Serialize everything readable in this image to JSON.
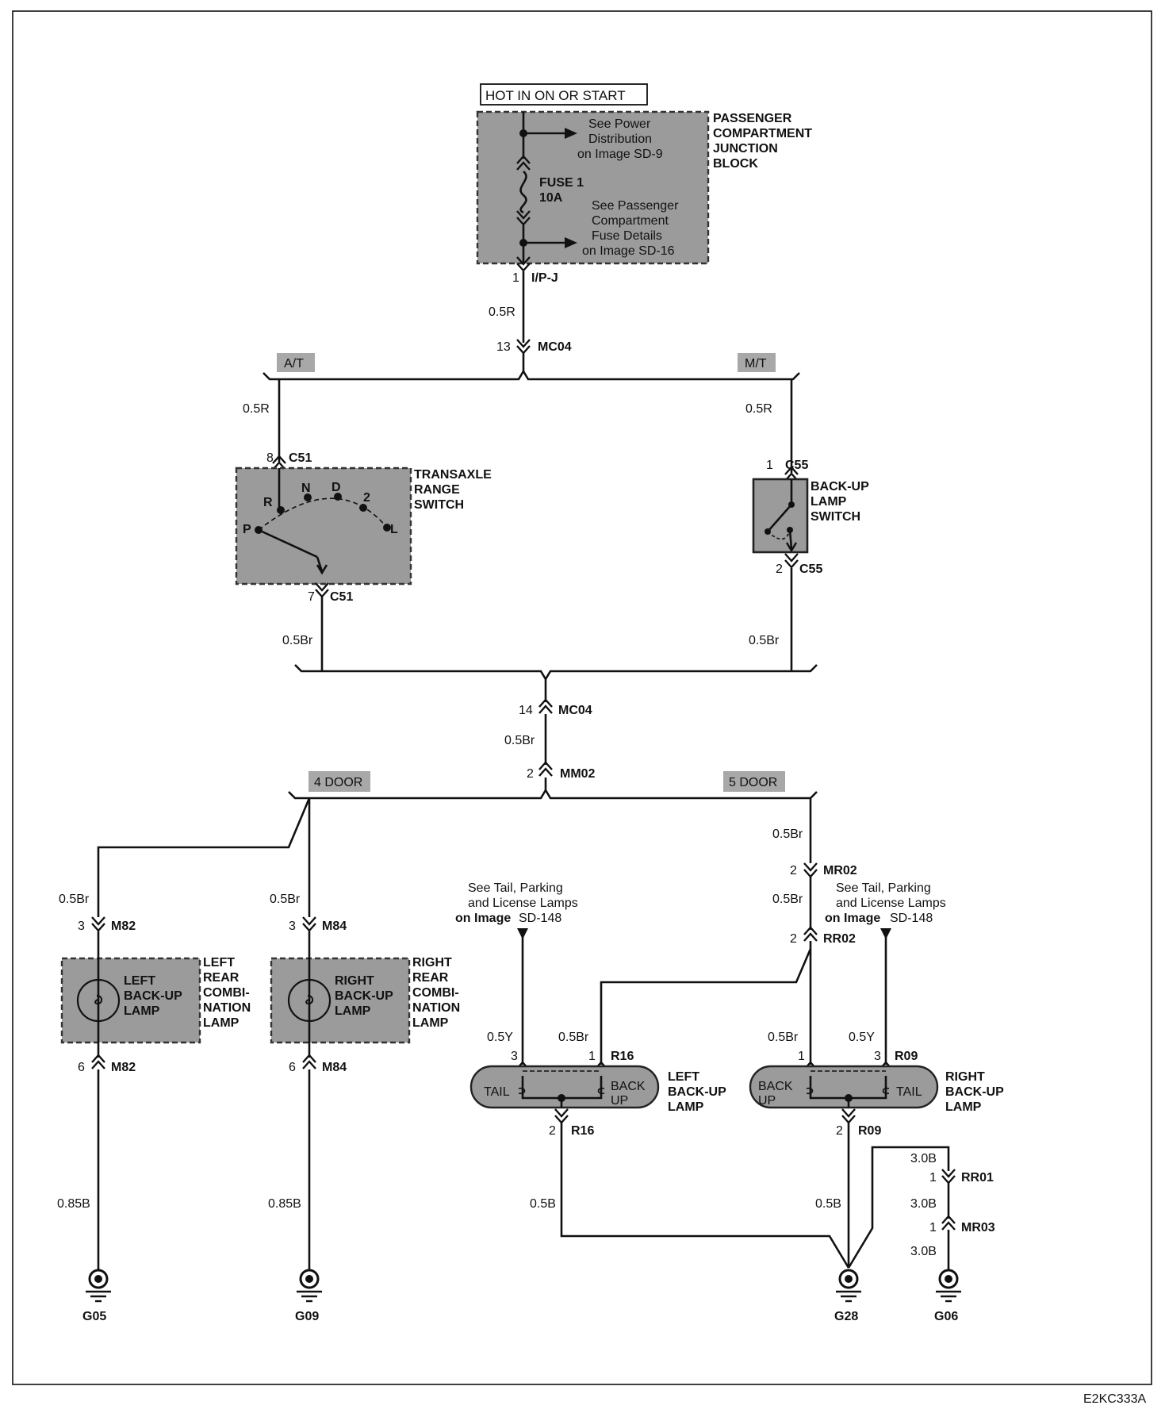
{
  "header": {
    "power_label": "HOT IN ON OR START"
  },
  "junction_block": {
    "name_lines": [
      "PASSENGER",
      "COMPARTMENT",
      "JUNCTION",
      "BLOCK"
    ],
    "ref_top_lines": [
      "See Power",
      "Distribution",
      "on Image SD-9"
    ],
    "fuse_lines": [
      "FUSE 1",
      "10A"
    ],
    "ref_bottom_lines": [
      "See Passenger",
      "Compartment",
      "Fuse Details",
      "on Image SD-16"
    ],
    "pin": "1",
    "connector": "I/P-J"
  },
  "wires": {
    "main_feed": "0.5R",
    "at_feed": "0.5R",
    "mt_feed": "0.5R",
    "at_out": "0.5Br",
    "mt_out": "0.5Br",
    "trunk": "0.5Br",
    "left_lamp_in": "0.5Br",
    "right_lamp_in": "0.5Br",
    "left_ground": "0.85B",
    "right_ground": "0.85B",
    "door5_feed": "0.5Br",
    "door5_mid": "0.5Br",
    "lbu_tail": "0.5Y",
    "lbu_backup": "0.5Br",
    "rbu_backup": "0.5Br",
    "rbu_tail": "0.5Y",
    "lbu_ground": "0.5B",
    "rbu_ground": "0.5B",
    "g06_top": "3.0B",
    "g06_mid": "3.0B",
    "g06_bottom": "3.0B"
  },
  "connectors": {
    "mc04_top": {
      "pin": "13",
      "name": "MC04"
    },
    "mc04_bottom": {
      "pin": "14",
      "name": "MC04"
    },
    "mm02": {
      "pin": "2",
      "name": "MM02"
    },
    "c51_top": {
      "pin": "8",
      "name": "C51"
    },
    "c51_bottom": {
      "pin": "7",
      "name": "C51"
    },
    "c55_top": {
      "pin": "1",
      "name": "C55"
    },
    "c55_bottom": {
      "pin": "2",
      "name": "C55"
    },
    "m82_top": {
      "pin": "3",
      "name": "M82"
    },
    "m82_bottom": {
      "pin": "6",
      "name": "M82"
    },
    "m84_top": {
      "pin": "3",
      "name": "M84"
    },
    "m84_bottom": {
      "pin": "6",
      "name": "M84"
    },
    "mr02": {
      "pin": "2",
      "name": "MR02"
    },
    "rr02": {
      "pin": "2",
      "name": "RR02"
    },
    "r16_top": {
      "pin3": "3",
      "pin1": "1",
      "name": "R16"
    },
    "r16_bottom": {
      "pin": "2",
      "name": "R16"
    },
    "r09_top": {
      "pin1": "1",
      "pin3": "3",
      "name": "R09"
    },
    "r09_bottom": {
      "pin": "2",
      "name": "R09"
    },
    "rr01": {
      "pin": "1",
      "name": "RR01"
    },
    "mr03": {
      "pin": "1",
      "name": "MR03"
    }
  },
  "options": {
    "at": "A/T",
    "mt": "M/T",
    "door4": "4 DOOR",
    "door5": "5 DOOR"
  },
  "transaxle_switch": {
    "name_lines": [
      "TRANSAXLE",
      "RANGE",
      "SWITCH"
    ],
    "positions": [
      "P",
      "R",
      "N",
      "D",
      "2",
      "L"
    ]
  },
  "backup_switch": {
    "name_lines": [
      "BACK-UP",
      "LAMP",
      "SWITCH"
    ]
  },
  "left_rear_lamp": {
    "inner_lines": [
      "LEFT",
      "BACK-UP",
      "LAMP"
    ],
    "name_lines": [
      "LEFT",
      "REAR",
      "COMBI-",
      "NATION",
      "LAMP"
    ]
  },
  "right_rear_lamp": {
    "inner_lines": [
      "RIGHT",
      "BACK-UP",
      "LAMP"
    ],
    "name_lines": [
      "RIGHT",
      "REAR",
      "COMBI-",
      "NATION",
      "LAMP"
    ]
  },
  "tail_refs": {
    "left_lines": [
      "See Tail, Parking",
      "and License Lamps"
    ],
    "right_lines": [
      "See Tail, Parking",
      "and License Lamps"
    ],
    "image_bold": "on Image",
    "image_id": "SD-148"
  },
  "left_backup_lamp": {
    "tail": "TAIL",
    "back_lines": [
      "BACK",
      "UP"
    ],
    "name_lines": [
      "LEFT",
      "BACK-UP",
      "LAMP"
    ]
  },
  "right_backup_lamp": {
    "tail": "TAIL",
    "back_lines": [
      "BACK",
      "UP"
    ],
    "name_lines": [
      "RIGHT",
      "BACK-UP",
      "LAMP"
    ]
  },
  "grounds": {
    "g05": "G05",
    "g09": "G09",
    "g28": "G28",
    "g06": "G06"
  },
  "figure_id": "E2KC333A"
}
